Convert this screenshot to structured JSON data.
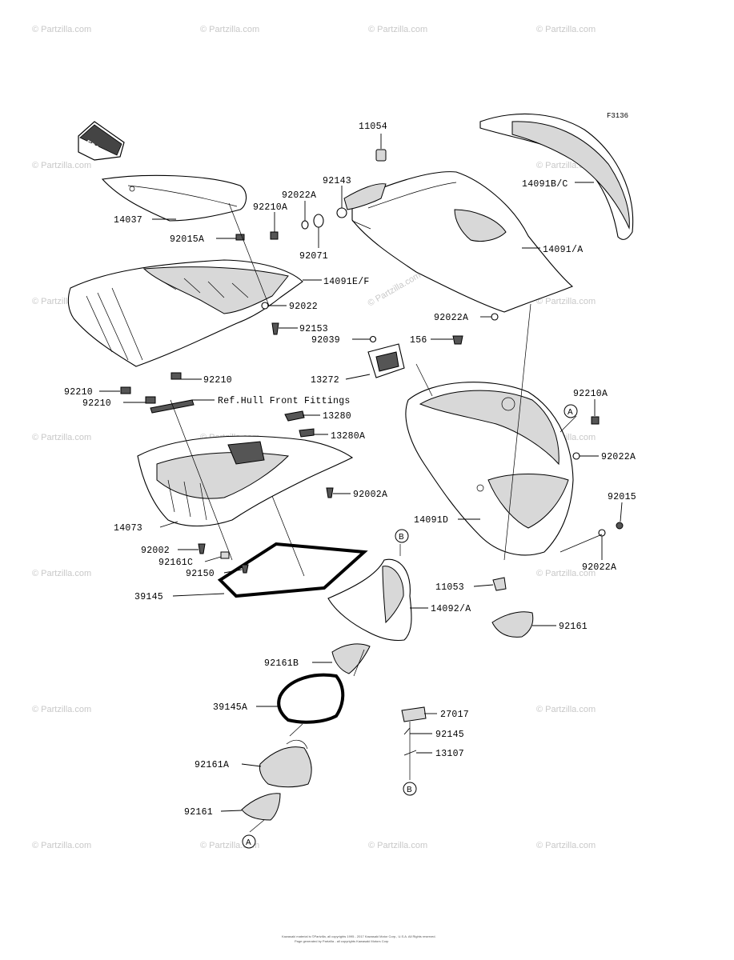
{
  "figure_code": "F3136",
  "front_label": "FRONT",
  "reference_note": "Ref.Hull Front Fittings",
  "watermark": "© Partzilla.com",
  "copyright_line_1": "Kawasaki material is ©Partzilla, all copyrights 1995 - 2017 Kawasaki Motor Corp., U.S.A. All Rights reserved.",
  "copyright_line_2": "Page generated by Partzilla - all copyrights Kawasaki Motors Corp",
  "parts": {
    "p11054": "11054",
    "p92143": "92143",
    "p92022A_top": "92022A",
    "p92210A_top": "92210A",
    "p14091BC": "14091B/C",
    "p14037": "14037",
    "p92015A": "92015A",
    "p92071": "92071",
    "p14091A": "14091/A",
    "p14091EF": "14091E/F",
    "p92022": "92022",
    "p92022A_mid": "92022A",
    "p92153": "92153",
    "p156": "156",
    "p92039": "92039",
    "p13272": "13272",
    "p92210_a": "92210",
    "p92210_b": "92210",
    "p92210_c": "92210",
    "p92210A_right": "92210A",
    "p13280": "13280",
    "p13280A": "13280A",
    "p92022A_right": "92022A",
    "p92002A": "92002A",
    "p92015": "92015",
    "p14073": "14073",
    "p14091D": "14091D",
    "p92002": "92002",
    "p92161C": "92161C",
    "p92022A_low": "92022A",
    "p92150": "92150",
    "p11053": "11053",
    "p39145": "39145",
    "p14092A": "14092/A",
    "p92161": "92161",
    "p92161B": "92161B",
    "p39145A": "39145A",
    "p27017": "27017",
    "p92145": "92145",
    "p13107": "13107",
    "p92161A": "92161A",
    "p92161_low": "92161"
  },
  "callouts": {
    "a_right": "A",
    "b_mid": "B",
    "b_low": "B",
    "a_low": "A"
  }
}
